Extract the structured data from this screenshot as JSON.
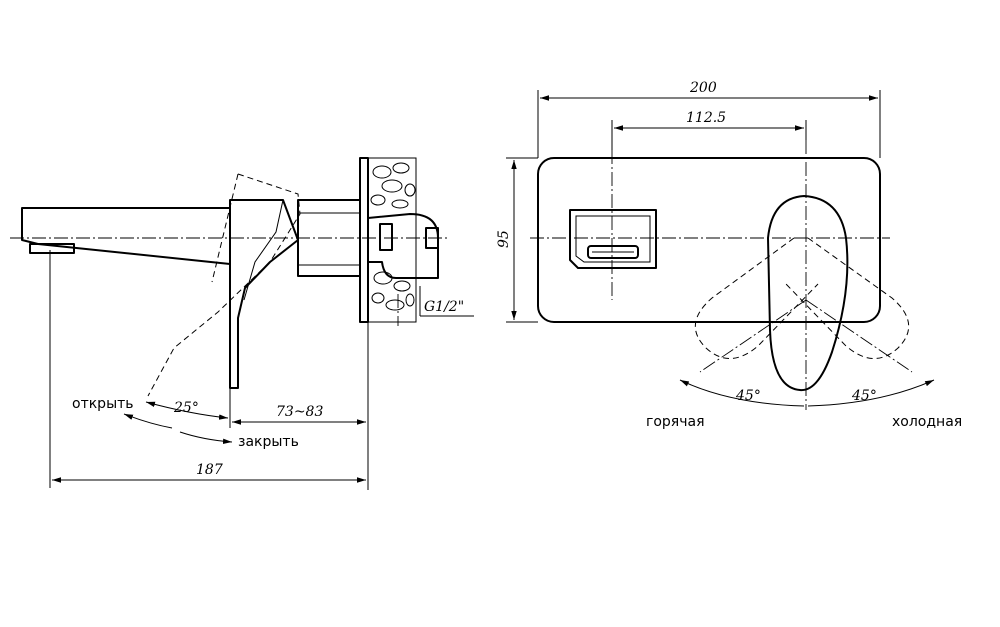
{
  "side_view": {
    "label_open": "открыть",
    "label_close": "закрыть",
    "angle": "25°",
    "dim_depth": "73~83",
    "dim_total": "187",
    "thread": "G1/2\""
  },
  "front_view": {
    "dim_width": "200",
    "dim_axis": "112.5",
    "dim_height": "95",
    "angle_left": "45°",
    "angle_right": "45°",
    "label_hot": "горячая",
    "label_cold": "холодная"
  }
}
